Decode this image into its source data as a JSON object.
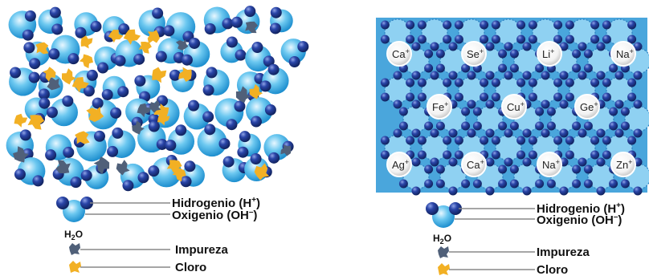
{
  "legend": {
    "hydrogen": "Hidrogenio (H",
    "hydrogen_sup": "+",
    "oxygen": "Oxigenio (OH",
    "oxygen_sup": "–",
    "close_paren": ")",
    "water": "H",
    "water_sub": "2",
    "water_end": "O",
    "impurity": "Impureza",
    "chlorine": "Cloro"
  },
  "ions": [
    {
      "el": "Ca",
      "charge": "+"
    },
    {
      "el": "Se",
      "charge": "+"
    },
    {
      "el": "Li",
      "charge": "+"
    },
    {
      "el": "Na",
      "charge": "+"
    },
    {
      "el": "Fe",
      "charge": "+"
    },
    {
      "el": "Cu",
      "charge": "+"
    },
    {
      "el": "Ge",
      "charge": "+"
    },
    {
      "el": "Ag",
      "charge": "+"
    },
    {
      "el": "Ca",
      "charge": "+"
    },
    {
      "el": "Na",
      "charge": "+"
    },
    {
      "el": "Zn",
      "charge": "+"
    }
  ],
  "colors": {
    "water": "#3aaee0",
    "hydrogen": "#1f3a96",
    "impurity": "#506079",
    "chlorine": "#f2b024",
    "lattice": "#3f9bd8"
  }
}
